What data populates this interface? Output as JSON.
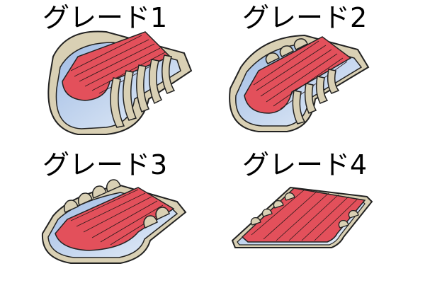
{
  "panels": [
    {
      "label": "グレード1",
      "grade": 1
    },
    {
      "label": "グレード2",
      "grade": 2
    },
    {
      "label": "グレード3",
      "grade": 3
    },
    {
      "label": "グレード4",
      "grade": 4
    }
  ],
  "colors": {
    "muscle": "#e3505b",
    "muscle_line": "#2a1a1a",
    "tissue": "#d9d0b4",
    "lumen": "#b8cdea",
    "outline": "#222222"
  }
}
